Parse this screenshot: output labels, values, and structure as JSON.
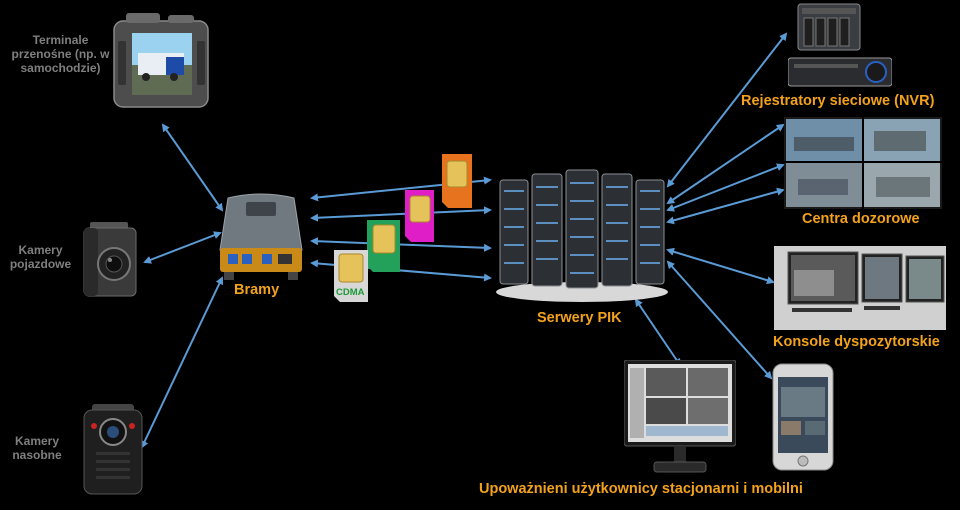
{
  "nodes": {
    "terminals": "Terminale przenośne (np. w samochodzie)",
    "vehicle_cameras": "Kamery pojazdowe",
    "body_cameras": "Kamery nasobne",
    "gateways": "Bramy",
    "servers": "Serwery PIK",
    "nvr": "Rejestratory sieciowe (NVR)",
    "control_centers": "Centra dozorowe",
    "dispatch_consoles": "Konsole dyspozytorskie",
    "users": "Upoważnieni użytkownicy stacjonarni i mobilni"
  },
  "sim_cards": {
    "colors": [
      "#e8731e",
      "#e01ec8",
      "#23a05a",
      "#d7d7d7"
    ],
    "cdma_label": "CDMA"
  },
  "colors": {
    "arrow": "#5b9bd5",
    "label_orange": "#f3a21c",
    "label_gray": "#7f7f7f"
  },
  "icons": {
    "terminal": "rugged-tablet-icon",
    "vehicle_camera": "vehicle-camera-icon",
    "body_camera": "body-camera-icon",
    "gateway": "gateway-router-icon",
    "servers": "server-racks-icon",
    "nvr": "nvr-recorder-icon",
    "monitor_wall": "video-wall-icon",
    "dispatch": "dispatch-console-icon",
    "desktop": "desktop-monitor-icon",
    "smartphone": "smartphone-icon"
  }
}
